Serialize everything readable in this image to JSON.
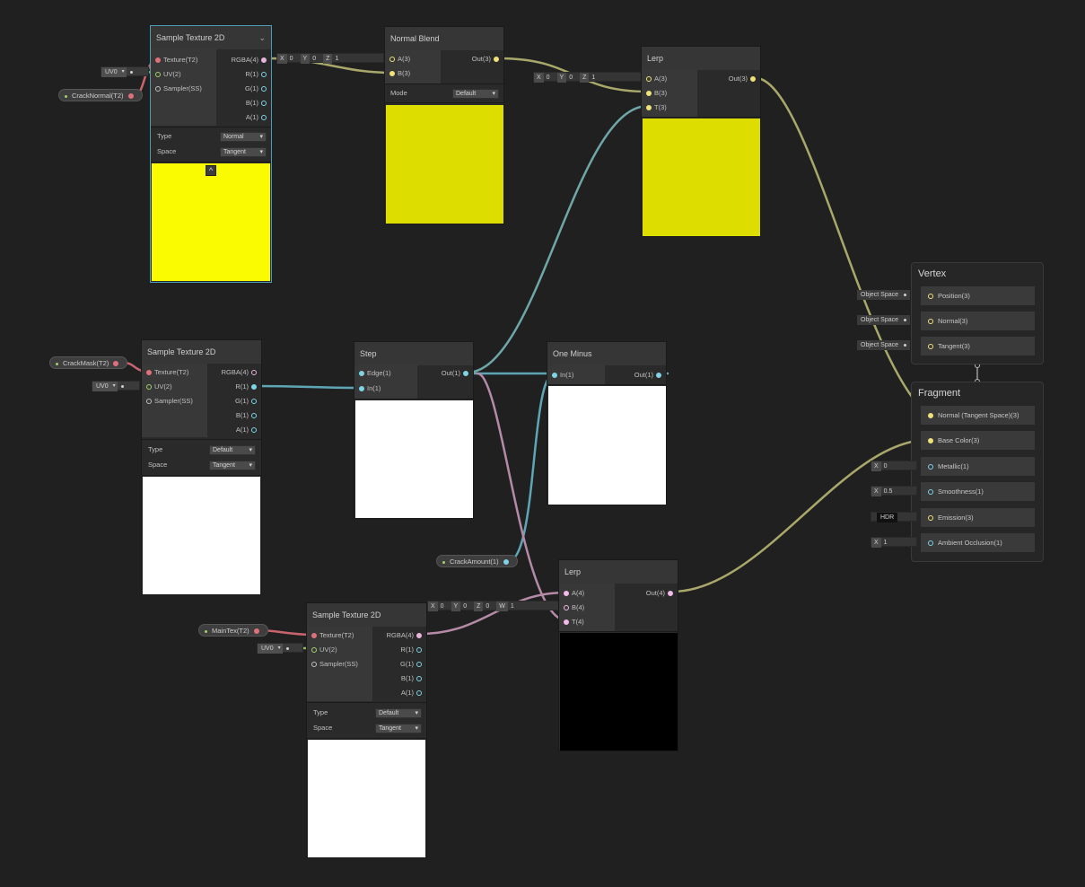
{
  "colors": {
    "bg": "#202020",
    "yellow": "#fafa00",
    "yellow_dim": "#dddd00",
    "white": "#ffffff",
    "black": "#000000"
  },
  "nodes": {
    "st_normal": {
      "title": "Sample Texture 2D",
      "inputs": [
        "Texture(T2)",
        "UV(2)",
        "Sampler(SS)"
      ],
      "outputs": [
        "RGBA(4)",
        "R(1)",
        "G(1)",
        "B(1)",
        "A(1)"
      ],
      "type_label": "Type",
      "type_value": "Normal",
      "space_label": "Space",
      "space_value": "Tangent"
    },
    "normal_blend": {
      "title": "Normal Blend",
      "inputs": [
        "A(3)",
        "B(3)"
      ],
      "output": "Out(3)",
      "mode_label": "Mode",
      "mode_value": "Default"
    },
    "lerp_top": {
      "title": "Lerp",
      "inputs": [
        "A(3)",
        "B(3)",
        "T(3)"
      ],
      "output": "Out(3)"
    },
    "st_mask": {
      "title": "Sample Texture 2D",
      "inputs": [
        "Texture(T2)",
        "UV(2)",
        "Sampler(SS)"
      ],
      "outputs": [
        "RGBA(4)",
        "R(1)",
        "G(1)",
        "B(1)",
        "A(1)"
      ],
      "type_label": "Type",
      "type_value": "Default",
      "space_label": "Space",
      "space_value": "Tangent"
    },
    "step": {
      "title": "Step",
      "inputs": [
        "Edge(1)",
        "In(1)"
      ],
      "output": "Out(1)"
    },
    "one_minus": {
      "title": "One Minus",
      "input": "In(1)",
      "output": "Out(1)"
    },
    "lerp_bottom": {
      "title": "Lerp",
      "inputs": [
        "A(4)",
        "B(4)",
        "T(4)"
      ],
      "output": "Out(4)"
    },
    "st_main": {
      "title": "Sample Texture 2D",
      "inputs": [
        "Texture(T2)",
        "UV(2)",
        "Sampler(SS)"
      ],
      "outputs": [
        "RGBA(4)",
        "R(1)",
        "G(1)",
        "B(1)",
        "A(1)"
      ],
      "type_label": "Type",
      "type_value": "Default",
      "space_label": "Space",
      "space_value": "Tangent"
    }
  },
  "properties": {
    "crack_normal": "CrackNormal(T2)",
    "crack_mask": "CrackMask(T2)",
    "main_tex": "MainTex(T2)",
    "crack_amount": "CrackAmount(1)"
  },
  "uv": {
    "value": "UV0"
  },
  "vectors": {
    "blend_a": [
      {
        "l": "X",
        "v": "0"
      },
      {
        "l": "Y",
        "v": "0"
      },
      {
        "l": "Z",
        "v": "1"
      }
    ],
    "lerp_a": [
      {
        "l": "X",
        "v": "0"
      },
      {
        "l": "Y",
        "v": "0"
      },
      {
        "l": "Z",
        "v": "1"
      }
    ],
    "lerp4_b": [
      {
        "l": "X",
        "v": "0"
      },
      {
        "l": "Y",
        "v": "0"
      },
      {
        "l": "Z",
        "v": "0"
      },
      {
        "l": "W",
        "v": "1"
      }
    ]
  },
  "master": {
    "vertex_title": "Vertex",
    "vertex_slots": [
      "Position(3)",
      "Normal(3)",
      "Tangent(3)"
    ],
    "object_space": "Object Space",
    "fragment_title": "Fragment",
    "fragment_slots": [
      "Normal (Tangent Space)(3)",
      "Base Color(3)",
      "Metallic(1)",
      "Smoothness(1)",
      "Emission(3)",
      "Ambient Occlusion(1)"
    ],
    "metallic_x": "X",
    "metallic_value": "0",
    "smoothness_x": "X",
    "smoothness_value": "0.5",
    "emission_label": "HDR",
    "ao_x": "X",
    "ao_value": "1"
  }
}
